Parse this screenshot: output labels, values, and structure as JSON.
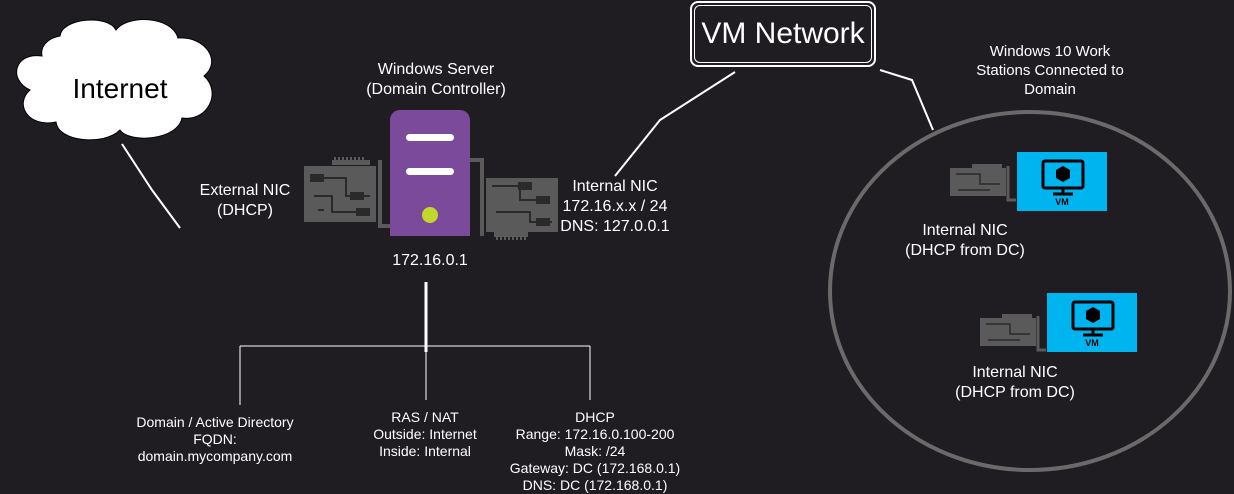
{
  "internet": {
    "label": "Internet"
  },
  "vm_network": {
    "label": "VM Network"
  },
  "server": {
    "title_line1": "Windows Server",
    "title_line2": "(Domain Controller)",
    "ip": "172.16.0.1"
  },
  "external_nic": {
    "line1": "External NIC",
    "line2": "(DHCP)"
  },
  "internal_nic": {
    "line1": "Internal NIC",
    "line2": "172.16.x.x / 24",
    "line3": "DNS: 127.0.0.1"
  },
  "workstations": {
    "title_line1": "Windows 10 Work",
    "title_line2": "Stations Connected to",
    "title_line3": "Domain",
    "vm_badge": "VM",
    "clients": [
      {
        "line1": "Internal NIC",
        "line2": "(DHCP from DC)"
      },
      {
        "line1": "Internal NIC",
        "line2": "(DHCP from DC)"
      }
    ]
  },
  "services": {
    "ad": {
      "line1": "Domain / Active Directory",
      "line2": "FQDN:",
      "line3": "domain.mycompany.com"
    },
    "ras": {
      "line1": "RAS / NAT",
      "line2": "Outside: Internet",
      "line3": "Inside: Internal"
    },
    "dhcp": {
      "line1": "DHCP",
      "line2": "Range: 172.16.0.100-200",
      "line3": "Mask: /24",
      "line4": "Gateway: DC (172.168.0.1)",
      "line5": "DNS: DC (172.168.0.1)"
    }
  },
  "colors": {
    "background": "#1f1c22",
    "server": "#7b4a9a",
    "server_led": "#c3d62c",
    "vm_accent": "#00b4f0",
    "nic": "#5a5a5a",
    "ring": "#6a6a6a"
  }
}
